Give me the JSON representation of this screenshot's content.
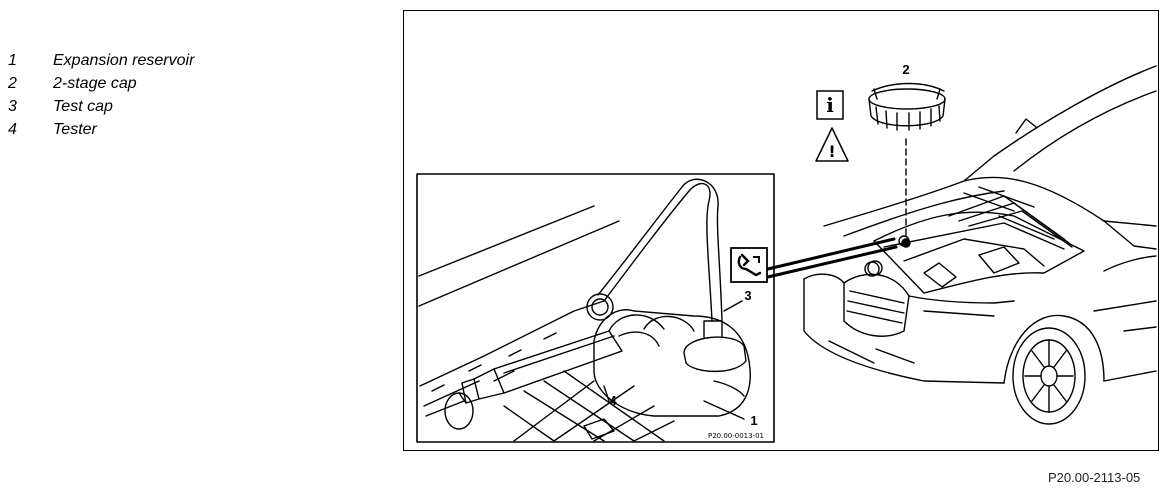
{
  "legend": [
    {
      "num": "1",
      "label": "Expansion reservoir"
    },
    {
      "num": "2",
      "label": "2-stage cap"
    },
    {
      "num": "3",
      "label": "Test cap"
    },
    {
      "num": "4",
      "label": "Tester"
    }
  ],
  "callouts": {
    "c1": "1",
    "c2": "2",
    "c3": "3",
    "c4": "4"
  },
  "inset_code": "P20.00-0013-01",
  "figure_code": "P20.00-2113-05",
  "icons": [
    "info-icon",
    "warning-icon",
    "tool-icon"
  ]
}
